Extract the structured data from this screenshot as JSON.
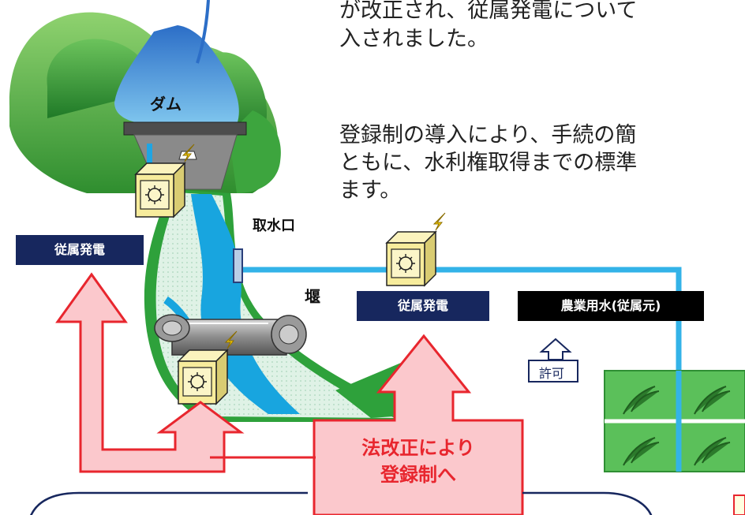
{
  "paragraph_lines": [
    "が改正され、従属発電について",
    "入されました。",
    "登録制の導入により、手続の簡",
    "ともに、水利権取得までの標準",
    "ます。"
  ],
  "labels": {
    "dam": "ダム",
    "intake": "取水口",
    "weir": "堰",
    "subordinate_power_left": "従属発電",
    "subordinate_power_center": "従属発電",
    "agri_water": "農業用水(従属元)",
    "permit": "許可",
    "reform_line1": "法改正により",
    "reform_line2": "登録制へ"
  },
  "colors": {
    "navy": "#17275e",
    "arrow_fill": "#fbc8cc",
    "arrow_stroke": "#e8262e",
    "water_pipe": "#33b3e8",
    "river": "#1aa3e0",
    "mountain": "#2e9e35",
    "generator_box": "#f7ec9c",
    "field": "#5bc05a"
  }
}
